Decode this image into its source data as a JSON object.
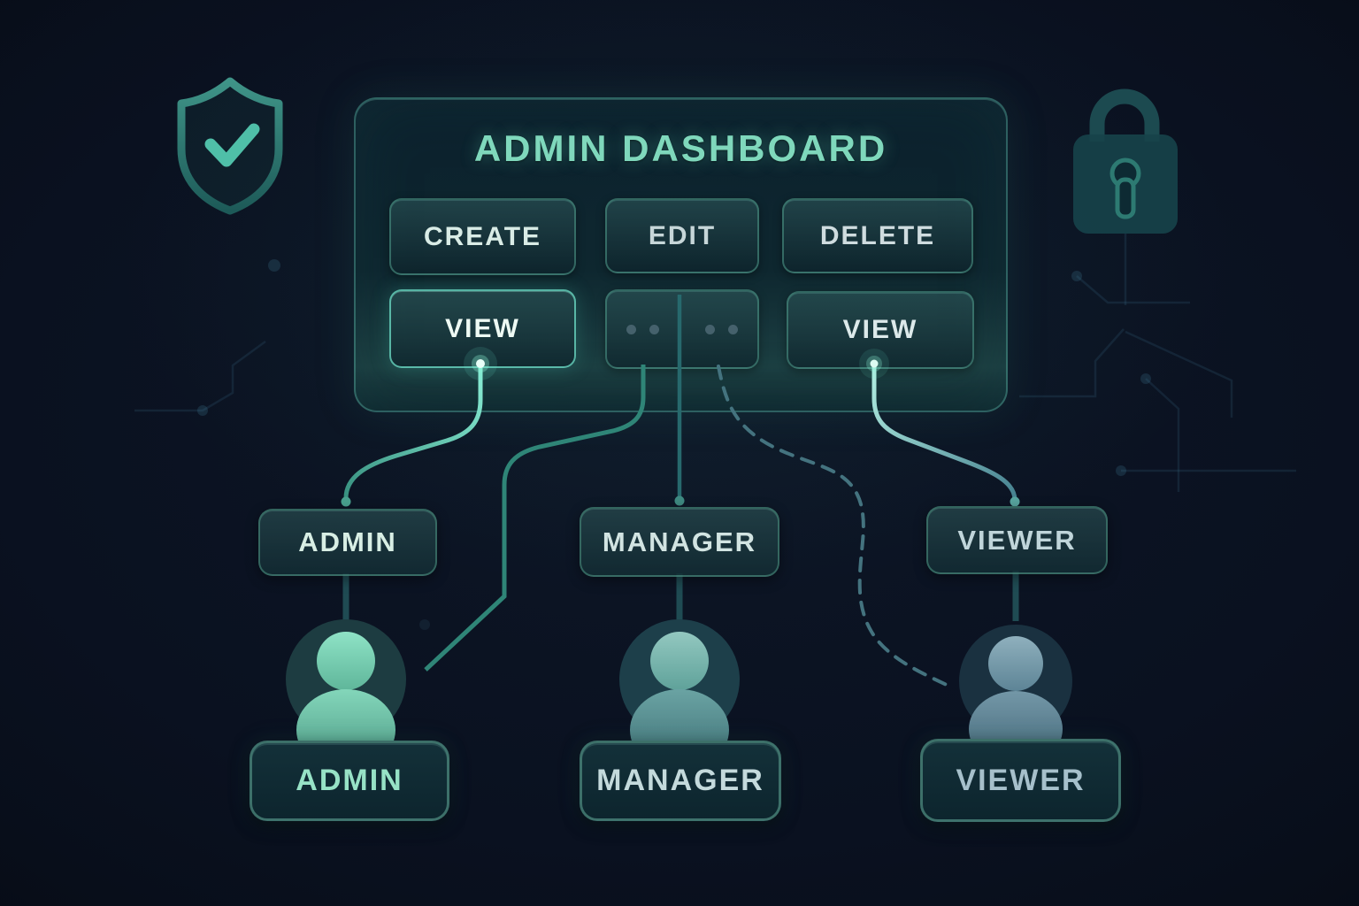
{
  "dashboard": {
    "title": "ADMIN DASHBOARD",
    "buttons": [
      {
        "id": "create",
        "label": "CREATE"
      },
      {
        "id": "edit",
        "label": "EDIT"
      },
      {
        "id": "delete",
        "label": "DELETE"
      },
      {
        "id": "view-left",
        "label": "VIEW"
      },
      {
        "id": "more",
        "label": "",
        "dots": 4
      },
      {
        "id": "view-right",
        "label": "VIEW"
      }
    ]
  },
  "roles": [
    {
      "id": "admin",
      "label": "ADMIN"
    },
    {
      "id": "manager",
      "label": "MANAGER"
    },
    {
      "id": "viewer",
      "label": "VIEWER"
    }
  ],
  "users": [
    {
      "id": "admin",
      "label": "ADMIN"
    },
    {
      "id": "manager",
      "label": "MANAGER"
    },
    {
      "id": "viewer",
      "label": "VIEWER"
    }
  ],
  "connections": [
    {
      "from": "view-left-button",
      "to": "role-admin",
      "style": "solid-bright"
    },
    {
      "from": "more-button",
      "to": "role-manager",
      "style": "solid-muted-vertical"
    },
    {
      "from": "more-button",
      "to": "user-admin",
      "style": "solid-medium"
    },
    {
      "from": "view-right-button",
      "to": "role-viewer",
      "style": "solid-bright"
    },
    {
      "from": "more-button",
      "to": "user-viewer",
      "style": "dashed"
    }
  ],
  "icons": [
    {
      "name": "shield-check-icon",
      "position": "top-left"
    },
    {
      "name": "lock-icon",
      "position": "top-right"
    }
  ],
  "colors": {
    "accent": "#7fd8bc",
    "panel_border": "#48968c",
    "line_bright": "#8aefd6",
    "line_medium": "#2f8577",
    "line_muted": "#27696d",
    "line_dashed": "#44737f",
    "background": "#0a1120",
    "admin_head": "#8fe3c6",
    "manager_head": "#93c8c0",
    "viewer_head": "#8fb0bd"
  }
}
